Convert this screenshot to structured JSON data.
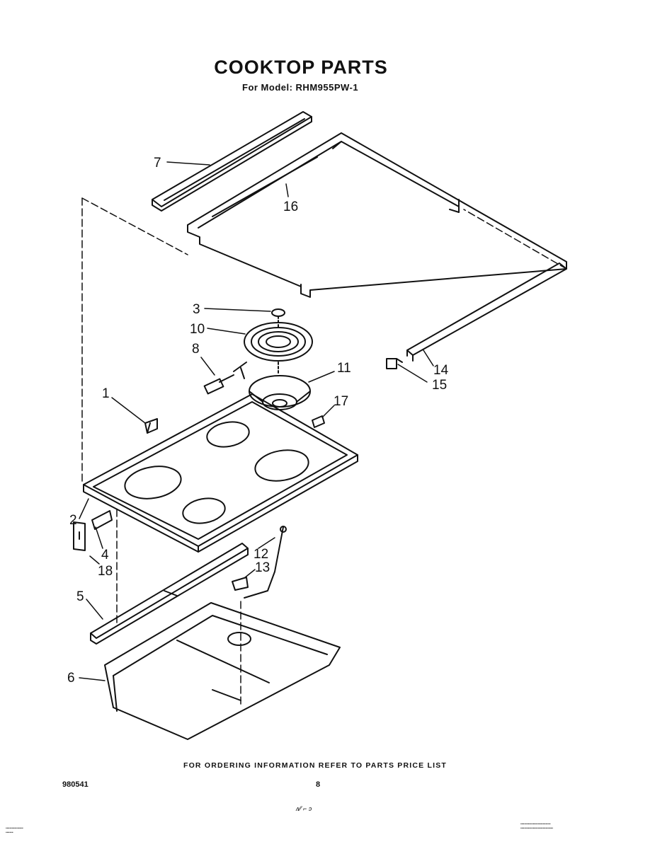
{
  "header": {
    "title": "COOKTOP PARTS",
    "subtitle": "For Model: RHM955PW-1"
  },
  "callouts": [
    "7",
    "16",
    "3",
    "10",
    "8",
    "11",
    "14",
    "15",
    "1",
    "17",
    "2",
    "4",
    "18",
    "12",
    "13",
    "5",
    "6"
  ],
  "footer": {
    "ordering_note": "FOR ORDERING INFORMATION REFER TO PARTS PRICE LIST",
    "doc_number": "980541",
    "page_number": "8"
  }
}
